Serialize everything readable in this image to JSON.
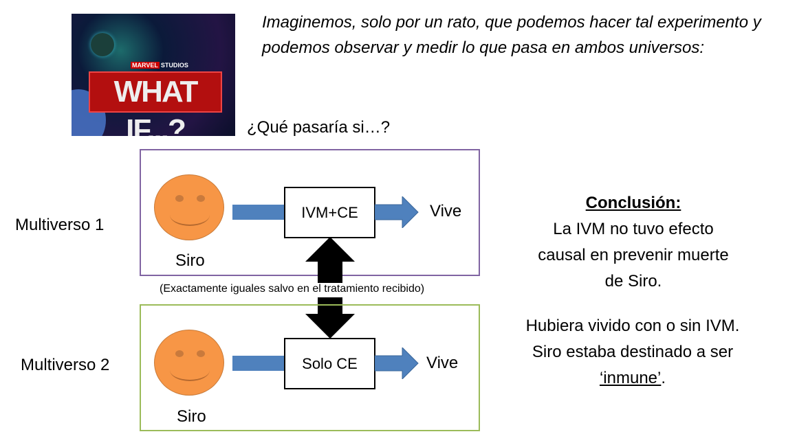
{
  "poster": {
    "brand": "MARVEL STUDIOS",
    "title": "WHAT IF...?"
  },
  "intro": "Imaginemos, solo por un rato, que podemos hacer tal experimento y podemos observar y medir lo que pasa en ambos universos:",
  "question": "¿Qué pasaría si…?",
  "multiverse1": {
    "label": "Multiverso 1",
    "person": "Siro",
    "treatment": "IVM+CE",
    "outcome": "Vive"
  },
  "multiverse2": {
    "label": "Multiverso 2",
    "person": "Siro",
    "treatment": "Solo CE",
    "outcome": "Vive"
  },
  "caption": "(Exactamente iguales salvo en el tratamiento recibido)",
  "conclusion": {
    "heading": "Conclusión:",
    "body": "La IVM no tuvo efecto causal en prevenir muerte de Siro.",
    "body2_pre": "Hubiera vivido con o sin IVM. Siro estaba destinado a ser ",
    "body2_em": "‘inmune’",
    "body2_post": "."
  },
  "colors": {
    "box1": "#8064a2",
    "box2": "#9bbb59",
    "arrow": "#4f81bd",
    "face": "#f79646"
  }
}
